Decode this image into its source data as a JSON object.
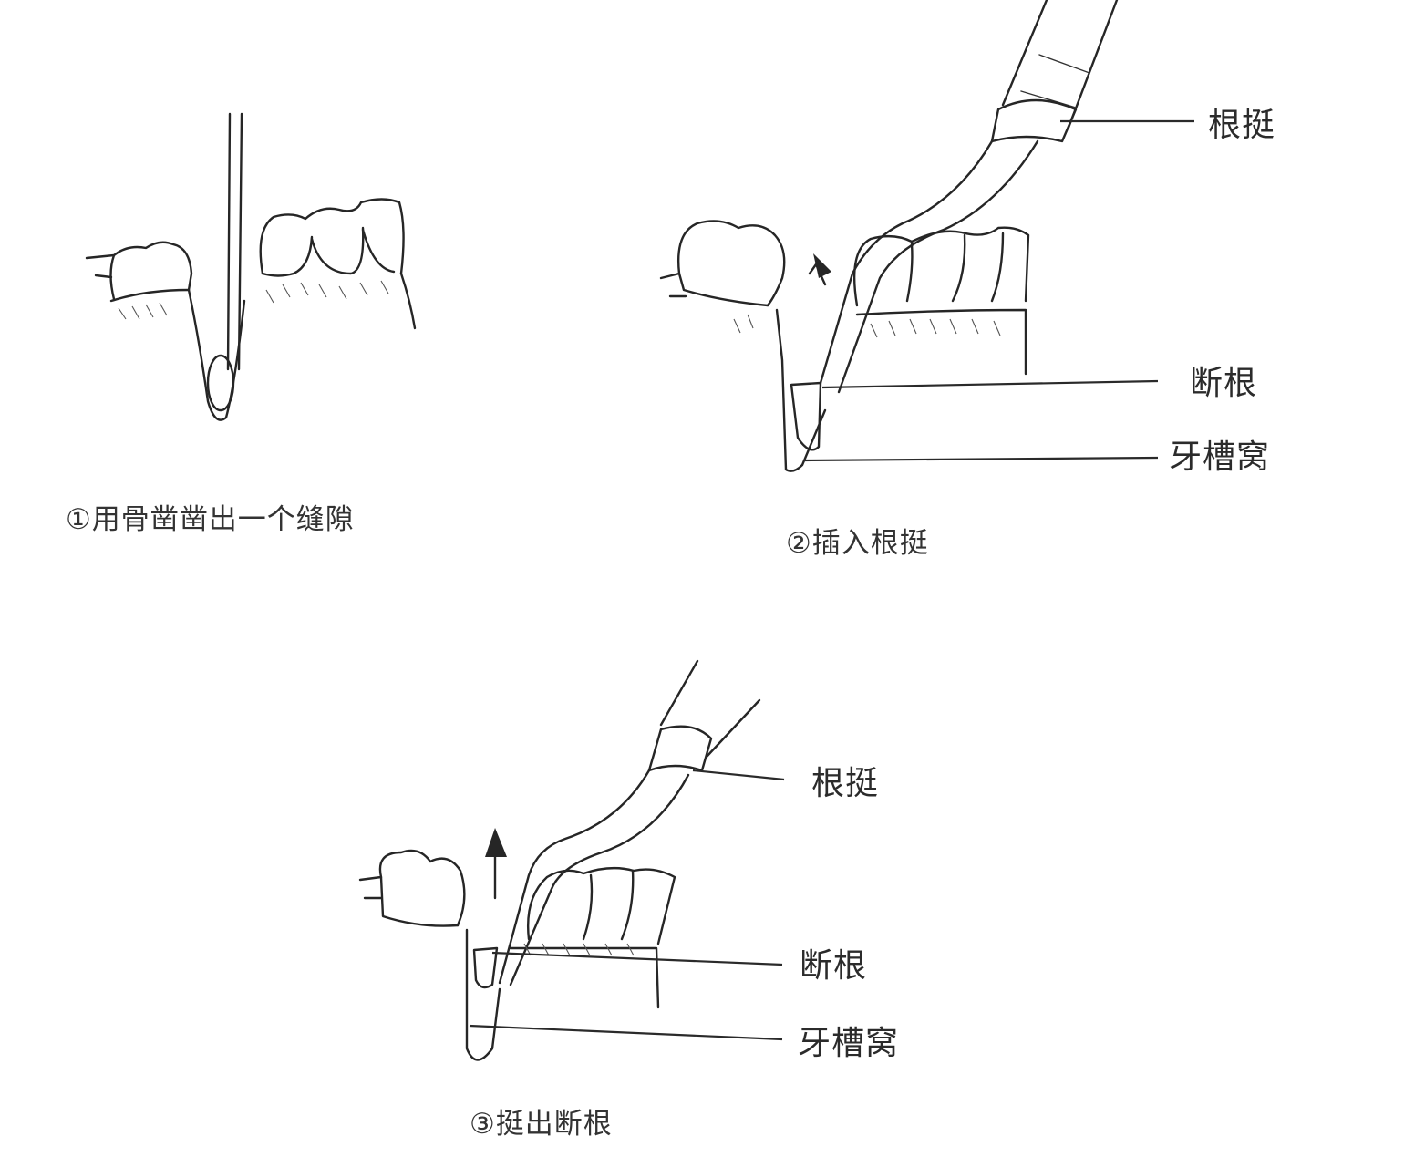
{
  "panels": [
    {
      "caption": "①用骨凿凿出一个缝隙",
      "labels": []
    },
    {
      "caption": "②插入根挺",
      "labels": [
        "根挺",
        "断根",
        "牙槽窝"
      ]
    },
    {
      "caption": "③挺出断根",
      "labels": [
        "根挺",
        "断根",
        "牙槽窝"
      ]
    }
  ]
}
